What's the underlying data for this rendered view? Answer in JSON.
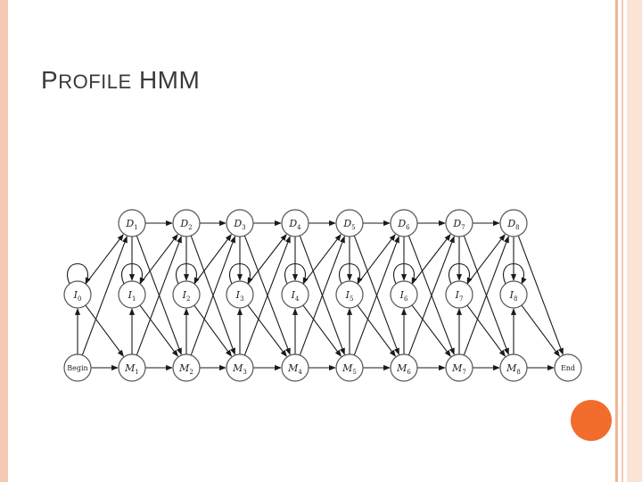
{
  "slide": {
    "title_first_letter": "P",
    "title_rest": "ROFILE",
    "title_second_word": "HMM"
  },
  "diagram": {
    "delete_states": [
      {
        "letter": "D",
        "sub": "1"
      },
      {
        "letter": "D",
        "sub": "2"
      },
      {
        "letter": "D",
        "sub": "3"
      },
      {
        "letter": "D",
        "sub": "4"
      },
      {
        "letter": "D",
        "sub": "5"
      },
      {
        "letter": "D",
        "sub": "6"
      },
      {
        "letter": "D",
        "sub": "7"
      },
      {
        "letter": "D",
        "sub": "8"
      }
    ],
    "insert_states": [
      {
        "letter": "I",
        "sub": "0"
      },
      {
        "letter": "I",
        "sub": "1"
      },
      {
        "letter": "I",
        "sub": "2"
      },
      {
        "letter": "I",
        "sub": "3"
      },
      {
        "letter": "I",
        "sub": "4"
      },
      {
        "letter": "I",
        "sub": "5"
      },
      {
        "letter": "I",
        "sub": "6"
      },
      {
        "letter": "I",
        "sub": "7"
      },
      {
        "letter": "I",
        "sub": "8"
      }
    ],
    "match_states": [
      {
        "letter": "M",
        "sub": "1"
      },
      {
        "letter": "M",
        "sub": "2"
      },
      {
        "letter": "M",
        "sub": "3"
      },
      {
        "letter": "M",
        "sub": "4"
      },
      {
        "letter": "M",
        "sub": "5"
      },
      {
        "letter": "M",
        "sub": "6"
      },
      {
        "letter": "M",
        "sub": "7"
      },
      {
        "letter": "M",
        "sub": "8"
      }
    ],
    "begin_label": "Begin",
    "end_label": "End"
  }
}
